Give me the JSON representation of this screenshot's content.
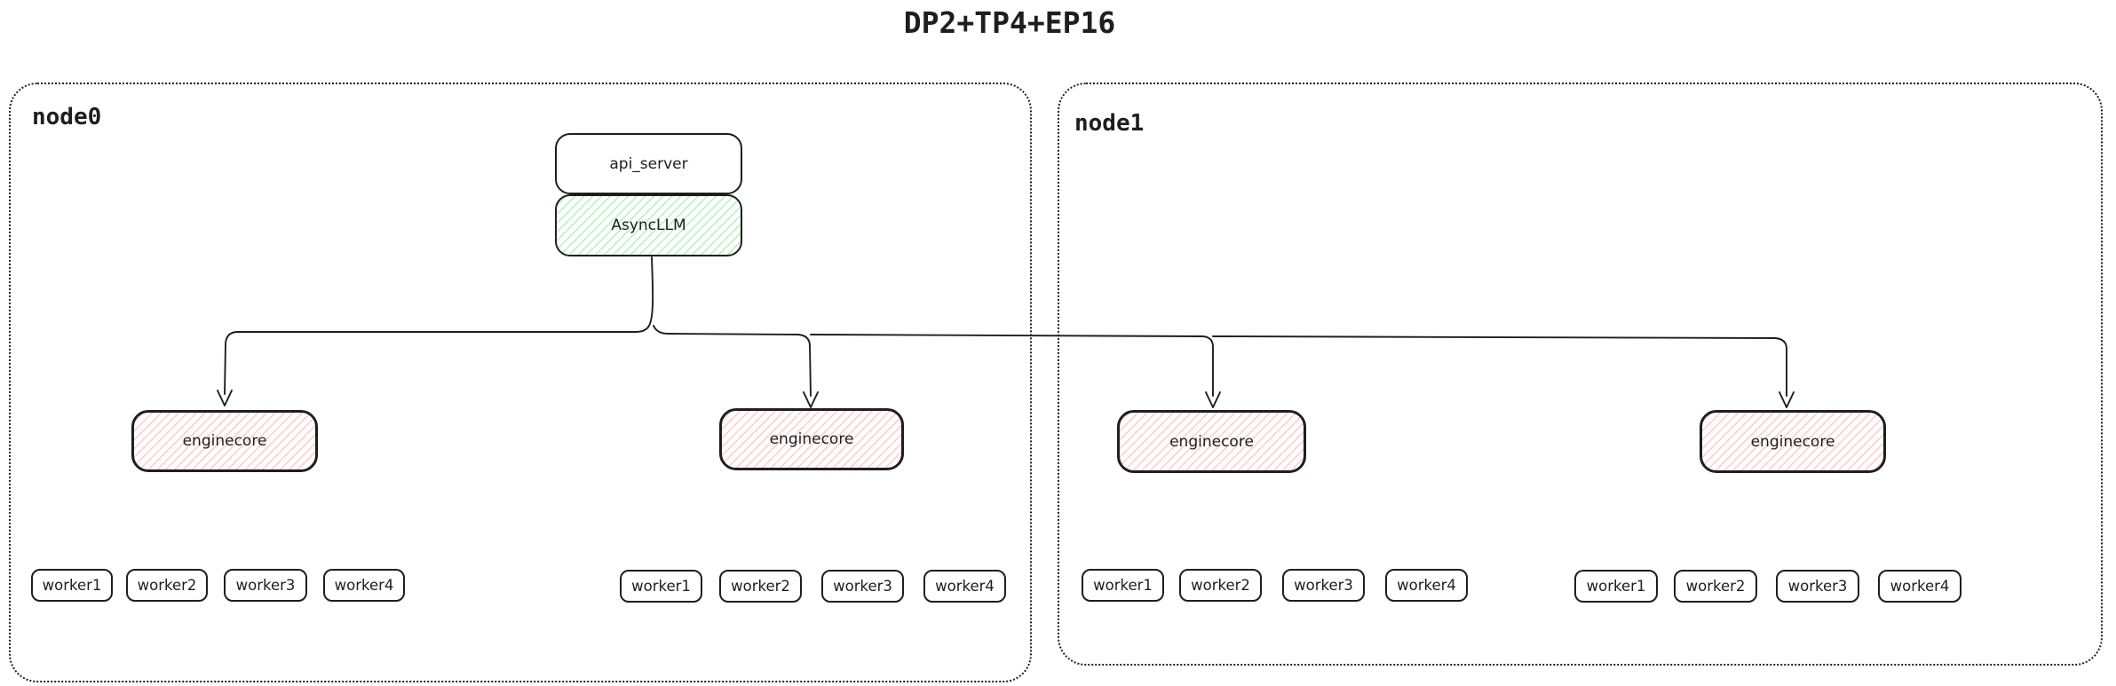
{
  "title": "DP2+TP4+EP16",
  "colors": {
    "stroke": "#1e1e1e",
    "green_fill": "#b2f2bb",
    "red_fill": "#ffc9c9",
    "background": "#ffffff"
  },
  "node0": {
    "label": "node0"
  },
  "node1": {
    "label": "node1"
  },
  "api_server": {
    "label": "api_server"
  },
  "async_llm": {
    "label": "AsyncLLM"
  },
  "enginecores": [
    {
      "label": "enginecore",
      "node": "node0"
    },
    {
      "label": "enginecore",
      "node": "node0"
    },
    {
      "label": "enginecore",
      "node": "node1"
    },
    {
      "label": "enginecore",
      "node": "node1"
    }
  ],
  "worker_groups": [
    {
      "node": "node0",
      "workers": [
        "worker1",
        "worker2",
        "worker3",
        "worker4"
      ]
    },
    {
      "node": "node0",
      "workers": [
        "worker1",
        "worker2",
        "worker3",
        "worker4"
      ]
    },
    {
      "node": "node1",
      "workers": [
        "worker1",
        "worker2",
        "worker3",
        "worker4"
      ]
    },
    {
      "node": "node1",
      "workers": [
        "worker1",
        "worker2",
        "worker3",
        "worker4"
      ]
    }
  ],
  "edges": [
    {
      "from": "AsyncLLM",
      "to": "enginecore (node0, left)"
    },
    {
      "from": "AsyncLLM",
      "to": "enginecore (node0, right)"
    },
    {
      "from": "AsyncLLM",
      "to": "enginecore (node1, left)"
    },
    {
      "from": "AsyncLLM",
      "to": "enginecore (node1, right)"
    }
  ]
}
